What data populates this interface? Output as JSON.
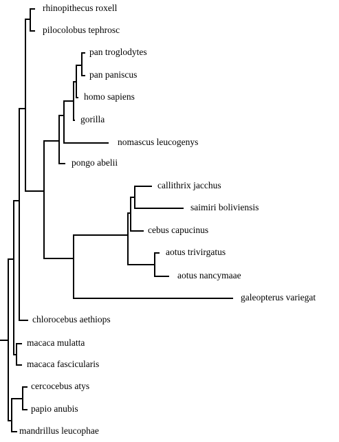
{
  "tree": {
    "line_color": "#000000",
    "taxa": [
      {
        "key": "rhinopithecus",
        "label": "rhinopithecus roxell"
      },
      {
        "key": "pilocolobus",
        "label": "pilocolobus tephrosc"
      },
      {
        "key": "pan_troglodytes",
        "label": "pan troglodytes"
      },
      {
        "key": "pan_paniscus",
        "label": "pan paniscus"
      },
      {
        "key": "homo_sapiens",
        "label": "homo sapiens"
      },
      {
        "key": "gorilla",
        "label": "gorilla"
      },
      {
        "key": "nomascus",
        "label": "nomascus leucogenys"
      },
      {
        "key": "pongo",
        "label": "pongo abelii"
      },
      {
        "key": "callithrix",
        "label": "callithrix jacchus"
      },
      {
        "key": "saimiri",
        "label": "saimiri boliviensis"
      },
      {
        "key": "cebus",
        "label": "cebus capucinus"
      },
      {
        "key": "aotus_trivirgatus",
        "label": "aotus trivirgatus"
      },
      {
        "key": "aotus_nancymaae",
        "label": "aotus nancymaae"
      },
      {
        "key": "galeopterus",
        "label": "galeopterus variegat"
      },
      {
        "key": "chlorocebus",
        "label": "chlorocebus aethiops"
      },
      {
        "key": "macaca_mulatta",
        "label": "macaca mulatta"
      },
      {
        "key": "macaca_fascicularis",
        "label": "macaca fascicularis"
      },
      {
        "key": "cercocebus",
        "label": "cercocebus atys"
      },
      {
        "key": "papio",
        "label": "papio anubis"
      },
      {
        "key": "mandrillus",
        "label": "mandrillus leucophae"
      }
    ]
  }
}
